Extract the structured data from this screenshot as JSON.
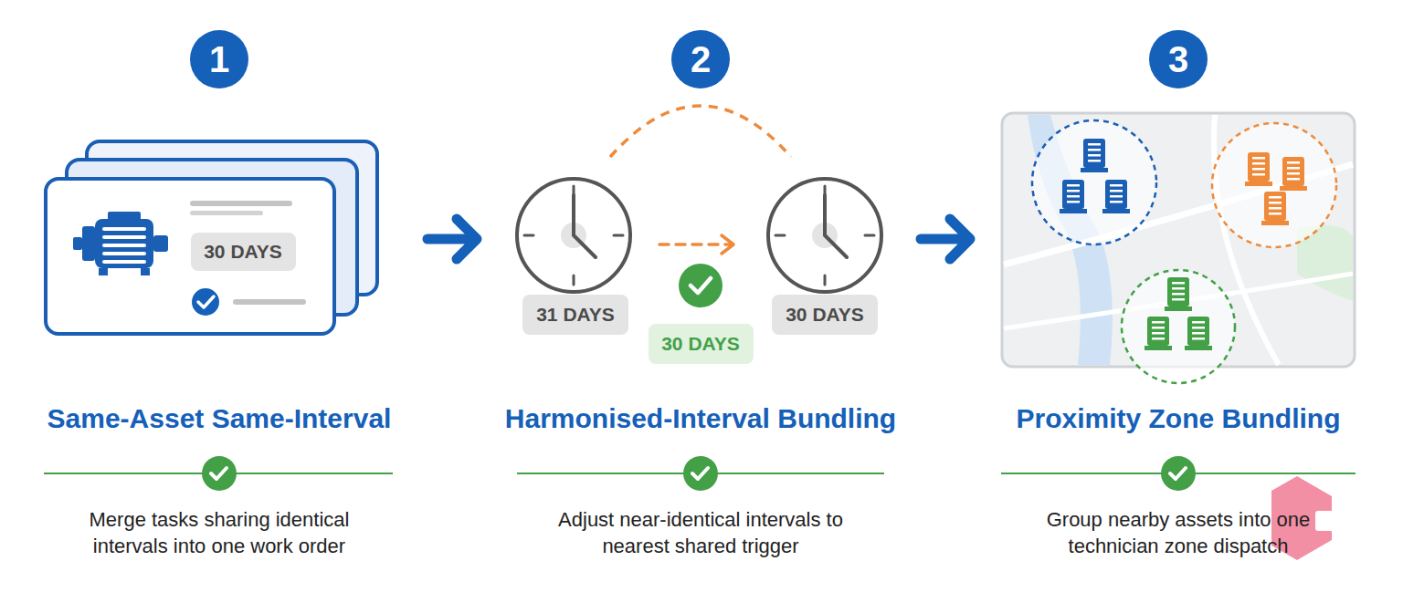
{
  "diagram": {
    "nodes": [
      {
        "text": [
          "1"
        ]
      },
      {
        "text": [
          "30 DAYS"
        ]
      },
      {
        "text": [
          "2"
        ]
      },
      {
        "text": [
          "31 DAYS"
        ]
      },
      {
        "text": [
          "30 DAYS"
        ]
      },
      {
        "text": [
          "30 DAYS"
        ]
      },
      {
        "text": [
          "3"
        ]
      }
    ],
    "labels": [
      "Same-Asset Same-Interval",
      "Merge tasks sharing identical intervals into one work order",
      "Harmonised-Interval Bundling",
      "Adjust near-identical intervals to nearest shared trigger",
      "Proximity Zone Bundling",
      "Group nearby assets into one technician zone dispatch"
    ]
  }
}
